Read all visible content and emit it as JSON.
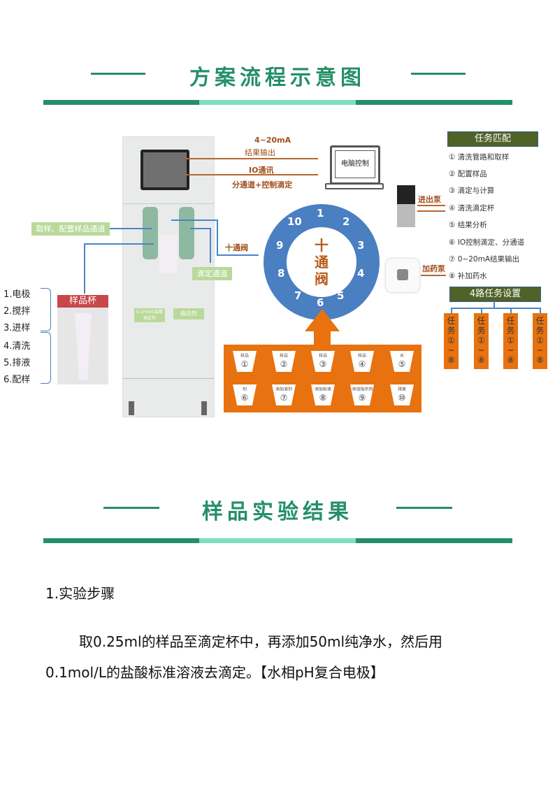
{
  "section1": {
    "title": "方案流程示意图"
  },
  "section2": {
    "title": "样品实验结果"
  },
  "diagram": {
    "signal_top": "4~20mA",
    "signal_top_sub": "结果输出",
    "io": "IO通讯",
    "io_sub": "分通道+控制滴定",
    "computer": "电脑控制",
    "sample_channel": "取样、配置样品通道",
    "titration_channel": "滴定通道",
    "ten_valve_label": "十通阀",
    "valve_center": [
      "十",
      "通",
      "阀"
    ],
    "valve_numbers": [
      "1",
      "2",
      "3",
      "4",
      "5",
      "6",
      "7",
      "8",
      "9",
      "10"
    ],
    "reagent1": "0.1mol/L盐酸滴定剂",
    "reagent2": "指示剂",
    "sample_cup": "样品杯",
    "cup_steps": [
      "1.电极",
      "2.搅拌",
      "3.进样",
      "4.清洗",
      "5.排液",
      "6.配样"
    ],
    "cups": [
      {
        "l": "样品",
        "n": "①"
      },
      {
        "l": "样品",
        "n": "②"
      },
      {
        "l": "样品",
        "n": "③"
      },
      {
        "l": "样品",
        "n": "④"
      },
      {
        "l": "水",
        "n": "⑤"
      },
      {
        "l": "剂",
        "n": "⑥"
      },
      {
        "l": "添加溶剂",
        "n": "⑦"
      },
      {
        "l": "添加标液",
        "n": "⑧"
      },
      {
        "l": "添加指示剂",
        "n": "⑨"
      },
      {
        "l": "排废",
        "n": "⑩"
      }
    ],
    "pump1": "进出泵",
    "pump2": "加药泵",
    "task_match_title": "任务匹配",
    "tasks": [
      "① 清洗管路和取样",
      "② 配置样品",
      "③ 滴定与计算",
      "④ 清洗滴定杯",
      "⑤ 结果分析",
      "⑥ IO控制滴定、分通道",
      "⑦ 0~20mA结果输出",
      "⑧ 补加药水"
    ],
    "task_setting_title": "4路任务设置",
    "task_boxes": [
      "任务①~⑧",
      "任务①~⑧",
      "任务①~⑧",
      "任务①~⑧"
    ],
    "task_box_lines": [
      "任",
      "务",
      "①",
      "~",
      "⑧"
    ]
  },
  "experiment": {
    "heading": "1.实验步骤",
    "para_line1": "取0.25ml的样品至滴定杯中，再添加50ml纯净水，然后用",
    "para_line2": "0.1mol/L的盐酸标准溶液去滴定。【水相pH复合电极】"
  },
  "colors": {
    "green": "#258f68",
    "mint": "#7de0bd",
    "blue": "#4a7fc1",
    "orange": "#e8720f",
    "olive": "#4f6228"
  }
}
